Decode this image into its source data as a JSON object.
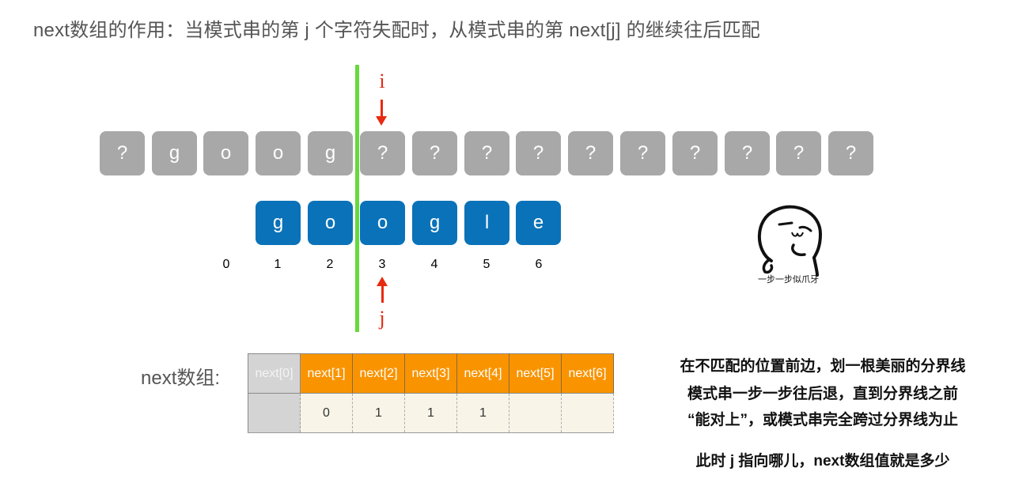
{
  "title": "next数组的作用：当模式串的第 j 个字符失配时，从模式串的第 next[j] 的继续往后匹配",
  "main_string": [
    "?",
    "g",
    "o",
    "o",
    "g",
    "?",
    "?",
    "?",
    "?",
    "?",
    "?",
    "?",
    "?",
    "?",
    "?"
  ],
  "pattern": [
    "g",
    "o",
    "o",
    "g",
    "l",
    "e"
  ],
  "indices": [
    "0",
    "1",
    "2",
    "3",
    "4",
    "5",
    "6"
  ],
  "pointers": {
    "i_label": "i",
    "j_label": "j"
  },
  "meme": {
    "caption": "一步一步似爪牙"
  },
  "next_table": {
    "label": "next数组:",
    "headers": [
      "next[0]",
      "next[1]",
      "next[2]",
      "next[3]",
      "next[4]",
      "next[5]",
      "next[6]"
    ],
    "values": [
      "",
      "0",
      "1",
      "1",
      "1",
      "",
      ""
    ]
  },
  "notes": {
    "line1": "在不匹配的位置前边，划一根美丽的分界线",
    "line2": "模式串一步一步往后退，直到分界线之前",
    "line3": "“能对上”，或模式串完全跨过分界线为止",
    "line4": "此时 j 指向哪儿，next数组值就是多少"
  },
  "colors": {
    "gray_box": "#a8a8a8",
    "blue_box": "#0a72b8",
    "divider": "#66d93d",
    "pointer": "#e82a10",
    "table_header": "#f99400",
    "table_body": "#f8f5e8"
  }
}
